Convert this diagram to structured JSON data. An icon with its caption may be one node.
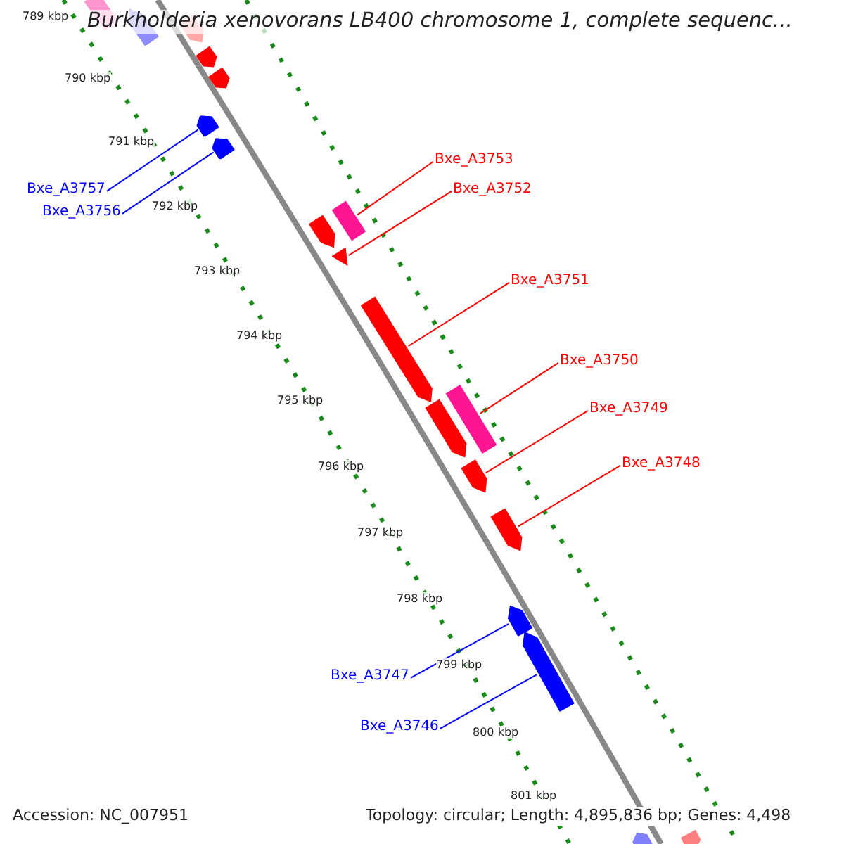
{
  "diagram": {
    "title": "Burkholderia xenovorans LB400 chromosome 1, complete sequenc...",
    "nodes": [
      {
        "text": [
          "Bxe_A3753"
        ]
      },
      {
        "text": [],
        "shape": "bar"
      },
      {
        "text": [
          "Bxe_A3752"
        ]
      },
      {
        "text": [],
        "shape": "triangle"
      },
      {
        "text": [
          "Bxe_A3751"
        ]
      },
      {
        "text": [],
        "shape": "arrow"
      },
      {
        "text": [
          "Bxe_A3750"
        ]
      },
      {
        "text": [],
        "shape": "bar"
      },
      {
        "text": [
          "Bxe_A3749"
        ]
      },
      {
        "text": [],
        "shape": "arrow"
      },
      {
        "text": [
          "Bxe_A3748"
        ]
      },
      {
        "text": [],
        "shape": "arrow"
      },
      {
        "text": [
          "Bxe_A3757"
        ]
      },
      {
        "text": [],
        "shape": "arrow"
      },
      {
        "text": [
          "Bxe_A3756"
        ]
      },
      {
        "text": [],
        "shape": "arrow"
      },
      {
        "text": [
          "Bxe_A3747"
        ]
      },
      {
        "text": [],
        "shape": "arrow"
      },
      {
        "text": [
          "Bxe_A3746"
        ]
      },
      {
        "text": [],
        "shape": "arrow"
      },
      {
        "text": [],
        "shape": "bar"
      },
      {
        "text": [],
        "shape": "arrow"
      },
      {
        "text": [],
        "shape": "arrow"
      },
      {
        "text": [],
        "shape": "arrow"
      },
      {
        "text": [],
        "shape": "arrow"
      },
      {
        "text": [],
        "shape": "arrow"
      },
      {
        "text": [],
        "shape": "arrow"
      },
      {
        "text": [],
        "shape": "arrow"
      },
      {
        "text": [],
        "shape": "arrow"
      },
      {
        "text": [],
        "shape": "arrow"
      },
      {
        "text": [],
        "shape": "arrow"
      }
    ],
    "edges": [
      {
        "from": 0,
        "to": 1,
        "arrow": "none"
      },
      {
        "from": 2,
        "to": 3,
        "arrow": "none"
      },
      {
        "from": 4,
        "to": 5,
        "arrow": "none"
      },
      {
        "from": 6,
        "to": 7,
        "arrow": "none"
      },
      {
        "from": 8,
        "to": 9,
        "arrow": "none"
      },
      {
        "from": 10,
        "to": 11,
        "arrow": "none"
      },
      {
        "from": 12,
        "to": 13,
        "arrow": "none",
        "color": "#0000ff"
      },
      {
        "from": 14,
        "to": 15,
        "arrow": "none",
        "color": "#0000ff"
      },
      {
        "from": 16,
        "to": 17,
        "arrow": "none",
        "color": "#0000ff"
      },
      {
        "from": 18,
        "to": 19,
        "arrow": "none",
        "color": "#0000ff"
      }
    ],
    "labels": [
      "789 kbp",
      "790 kbp",
      "791 kbp",
      "792 kbp",
      "793 kbp",
      "794 kbp",
      "795 kbp",
      "796 kbp",
      "797 kbp",
      "798 kbp",
      "799 kbp",
      "800 kbp",
      "801 kbp",
      "Accession: NC_007951",
      "Topology: circular; Length: 4,895,836 bp; Genes: 4,498"
    ]
  }
}
